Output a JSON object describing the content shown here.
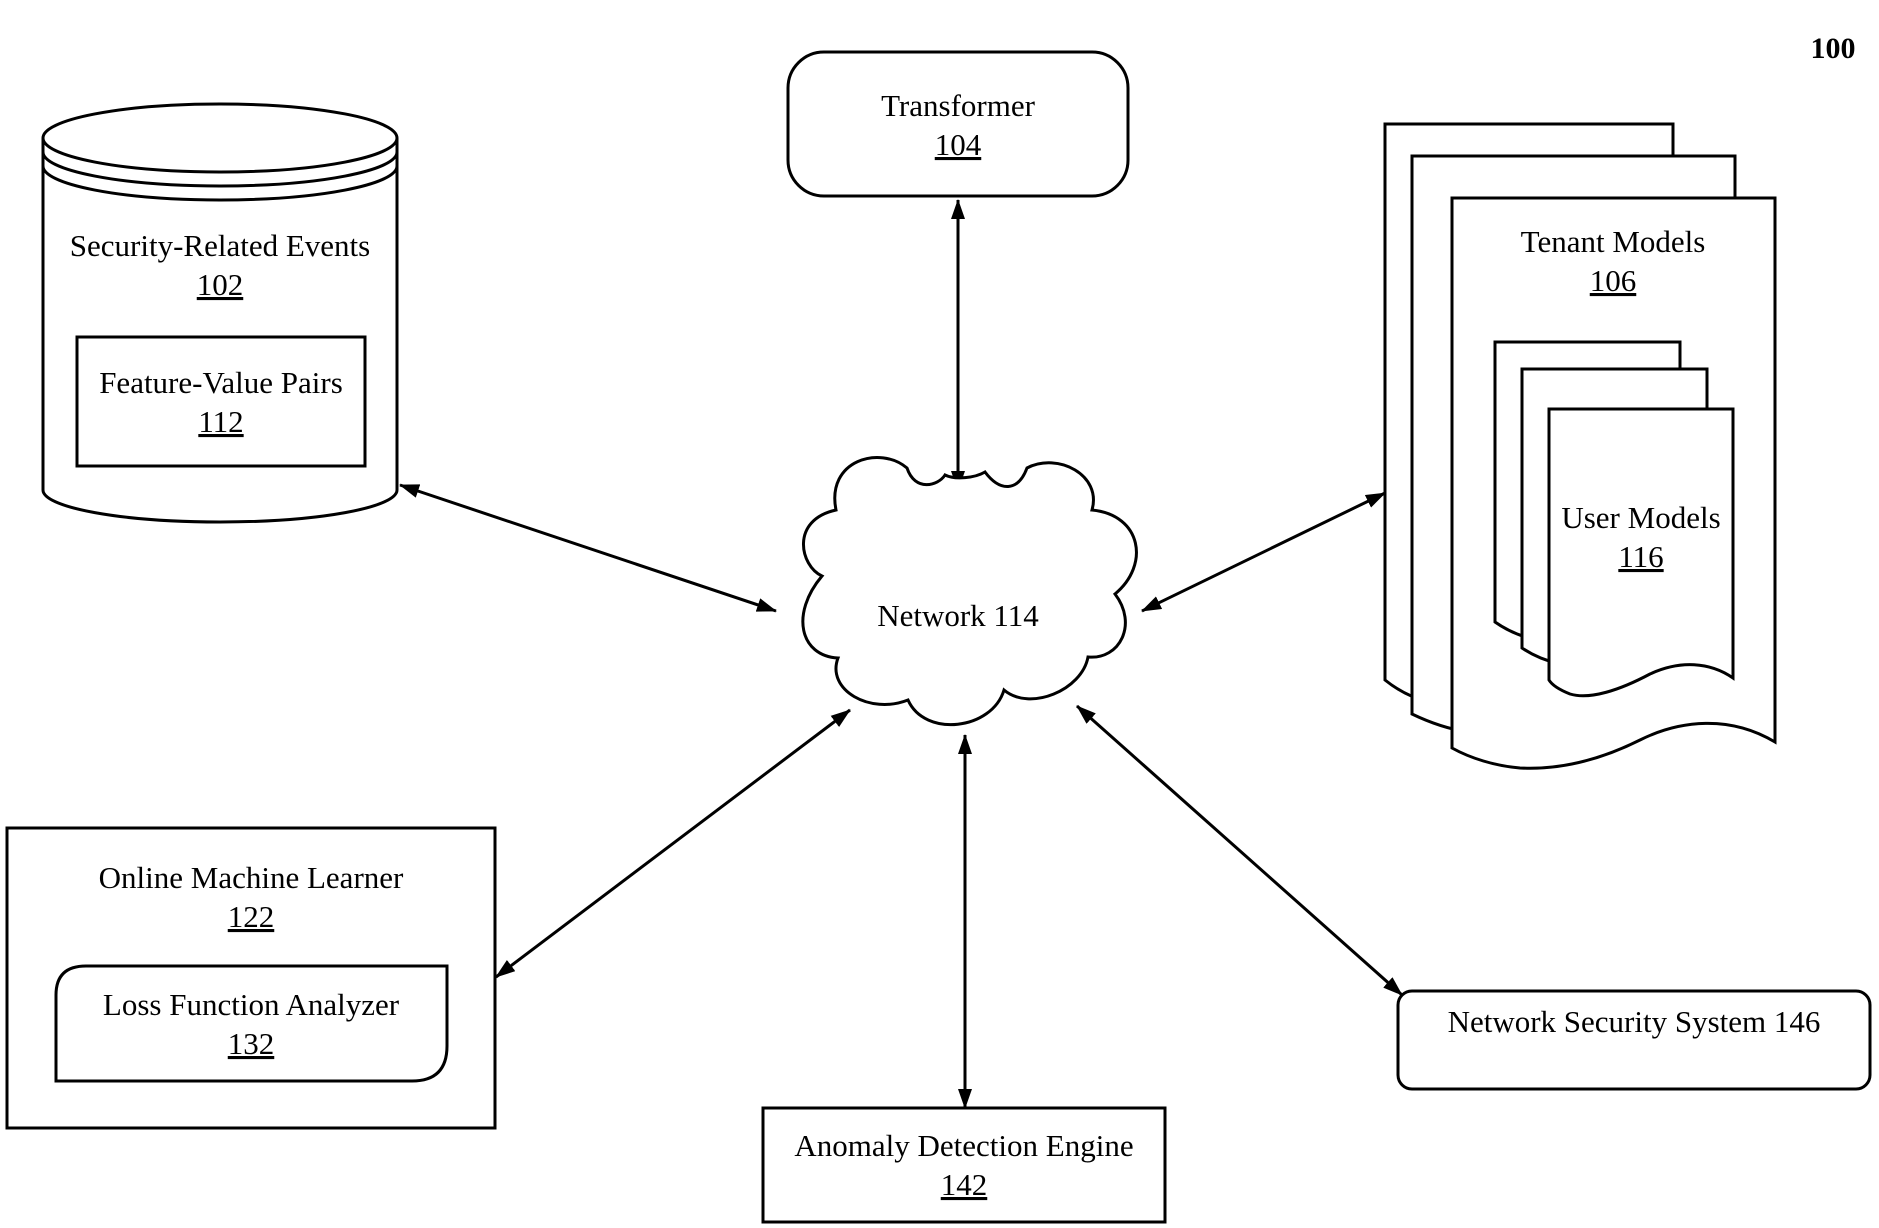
{
  "figure_number": "100",
  "nodes": {
    "security_events": {
      "label": "Security-Related Events",
      "ref": "102"
    },
    "feature_value_pairs": {
      "label": "Feature-Value Pairs",
      "ref": "112"
    },
    "transformer": {
      "label": "Transformer",
      "ref": "104"
    },
    "tenant_models": {
      "label": "Tenant Models",
      "ref": "106"
    },
    "user_models": {
      "label": "User Models",
      "ref": "116"
    },
    "network": {
      "label": "Network 114"
    },
    "online_machine_learner": {
      "label": "Online Machine Learner",
      "ref": "122"
    },
    "loss_function_analyzer": {
      "label": "Loss Function Analyzer",
      "ref": "132"
    },
    "anomaly_detection_engine": {
      "label": "Anomaly Detection Engine",
      "ref": "142"
    },
    "network_security_system": {
      "label": "Network Security System 146"
    }
  },
  "connections": [
    {
      "from": "network",
      "to": "security_events",
      "direction": "bidirectional"
    },
    {
      "from": "network",
      "to": "transformer",
      "direction": "bidirectional"
    },
    {
      "from": "network",
      "to": "tenant_models",
      "direction": "bidirectional"
    },
    {
      "from": "network",
      "to": "online_machine_learner",
      "direction": "bidirectional"
    },
    {
      "from": "network",
      "to": "anomaly_detection_engine",
      "direction": "bidirectional"
    },
    {
      "from": "network",
      "to": "network_security_system",
      "direction": "bidirectional"
    }
  ]
}
